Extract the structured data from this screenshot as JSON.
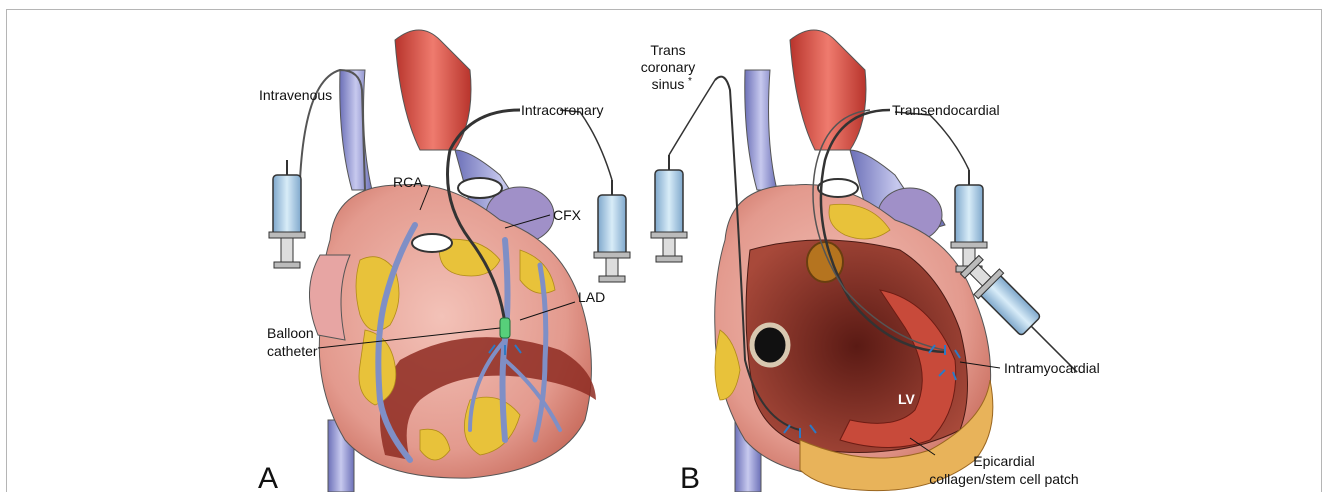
{
  "panel_a": {
    "letter": "A",
    "labels": {
      "intravenous": "Intravenous",
      "intracoronary": "Intracoronary",
      "rca": "RCA",
      "cfx": "CFX",
      "lad": "LAD",
      "balloon_line1": "Balloon",
      "balloon_line2": "catheter"
    }
  },
  "panel_b": {
    "letter": "B",
    "labels": {
      "trans_line1": "Trans",
      "trans_line2": "coronary",
      "trans_line3": "sinus",
      "trans_asterisk": "*",
      "transendocardial": "Transendocardial",
      "intramyocardial": "Intramyocardial",
      "lv": "LV",
      "patch_line1": "Epicardial",
      "patch_line2": "collagen/stem cell patch"
    }
  },
  "colors": {
    "aorta": "#d9584f",
    "vein": "#8a8fd0",
    "heart": "#e9a9a0",
    "fat": "#e8c23a",
    "infarct": "#8e2c22",
    "syringe": "#9fc3e0",
    "myocardium": "#c84a3a"
  }
}
